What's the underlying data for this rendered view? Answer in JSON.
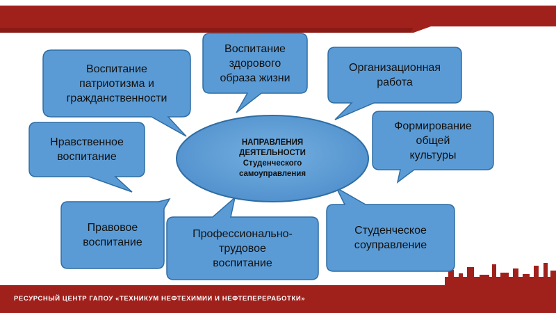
{
  "footer": {
    "text": "РЕСУРСНЫЙ ЦЕНТР ГАПОУ «ТЕХНИКУМ НЕФТЕХИМИИ И НЕФТЕПЕРЕРАБОТКИ»"
  },
  "center": {
    "text": "НАПРАВЛЕНИЯ\nДЕЯТЕЛЬНОСТИ\nСтуденческого\nсамоуправления"
  },
  "bubbles": {
    "patriotic": "Воспитание\nпатриотизма и\nгражданственности",
    "healthy": "Воспитание\nздорового\nобраза жизни",
    "organizational": "Организационная\nработа",
    "moral": "Нравственное\nвоспитание",
    "culture": "Формирование\nобщей\nкультуры",
    "legal": "Правовое\nвоспитание",
    "professional": "Профессионально-\nтрудовое\nвоспитание",
    "co_governance": "Студенческое\nсоуправление"
  },
  "colors": {
    "bubble_fill": "#5b9bd5",
    "bubble_stroke": "#2e6da4",
    "band": "#a0201c",
    "band_dark": "#8a1a16"
  }
}
